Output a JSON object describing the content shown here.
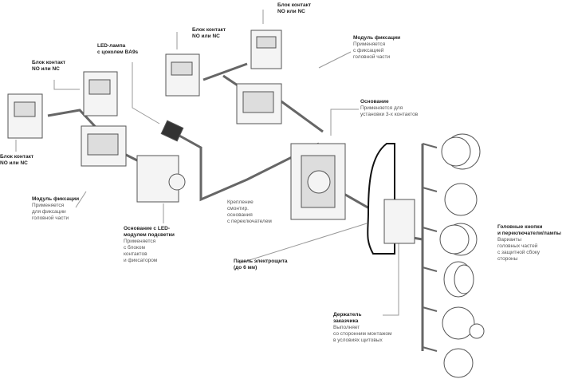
{
  "labels": {
    "contact_top": {
      "title": "Блок контакт",
      "sub": "NO или NC"
    },
    "contact_mid": {
      "title": "Блок контакт",
      "sub": "NO или NC"
    },
    "led_lamp": {
      "title": "LED-лампа",
      "sub": "с цоколем BA9s"
    },
    "contact_left_top": {
      "title": "Блок контакт",
      "sub": "NO или NC"
    },
    "contact_left_bottom": {
      "title": "Блок контакт",
      "sub": "NO или NC"
    },
    "fix_module_right": {
      "title": "Модуль фиксации",
      "lines": [
        "Применяется",
        "с фиксацией",
        "головной части"
      ]
    },
    "base_right": {
      "title": "Основание",
      "lines": [
        "Применяется для",
        "установки 3-х контактов"
      ]
    },
    "fix_module_left": {
      "title": "Модуль фиксации",
      "lines": [
        "Применяется",
        "для фиксации",
        "головной части"
      ]
    },
    "base_led": {
      "title": "Основание с LED-",
      "title2": "модулем подсветки",
      "lines": [
        "Применяется",
        "с блоком",
        "контактов",
        "и фиксатором"
      ]
    },
    "mount": {
      "lines": [
        "Крепление",
        "смонтир.",
        "основания",
        "с переключателем"
      ]
    },
    "panel": {
      "title": "Панель электрощита",
      "sub": "(до 6 мм)"
    },
    "holder": {
      "title": "Держатель",
      "title2": "заказчика",
      "lines": [
        "Выполняет",
        "со сторонним монтажом",
        "в условиях щитовых"
      ]
    },
    "heads": {
      "title": "Головные кнопки",
      "title2": "и переключатели/лампы",
      "lines": [
        "Варианты",
        "головных частей",
        "с защитной сбоку",
        "стороны"
      ]
    }
  }
}
